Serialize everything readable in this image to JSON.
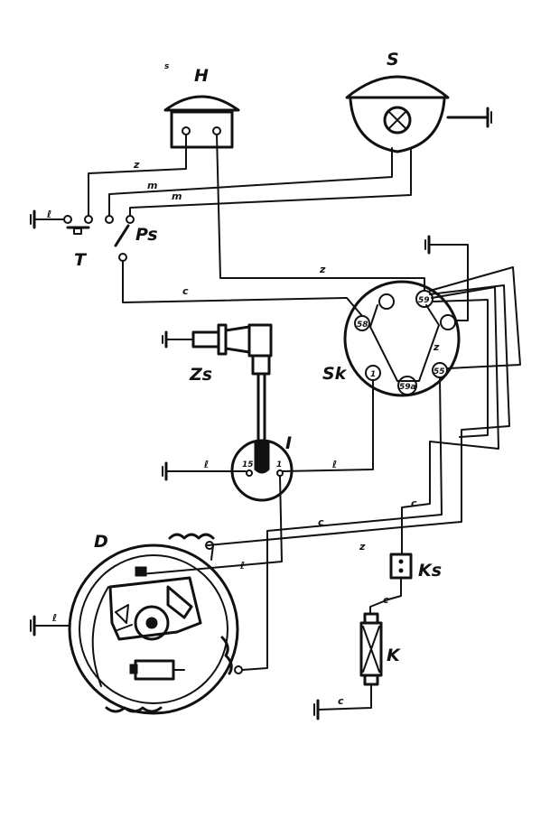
{
  "components": {
    "headlight": "H",
    "rear_light": "S",
    "horn_button": "T",
    "light_switch": "Ps",
    "spark_plug": "Zs",
    "ignition_coil": "I",
    "speedometer_box": "Sk",
    "dynamo": "D",
    "fuse_socket": "Ks",
    "fuse": "K",
    "small_mark": "s"
  },
  "wire_labels": {
    "c": "c",
    "z": "z",
    "m": "m",
    "l": "ℓ"
  },
  "terminals": {
    "sk_58": "58",
    "sk_59": "59",
    "sk_1": "1",
    "sk_55": "55",
    "sk_59a": "59a",
    "coil_15": "15",
    "coil_1": "1"
  }
}
